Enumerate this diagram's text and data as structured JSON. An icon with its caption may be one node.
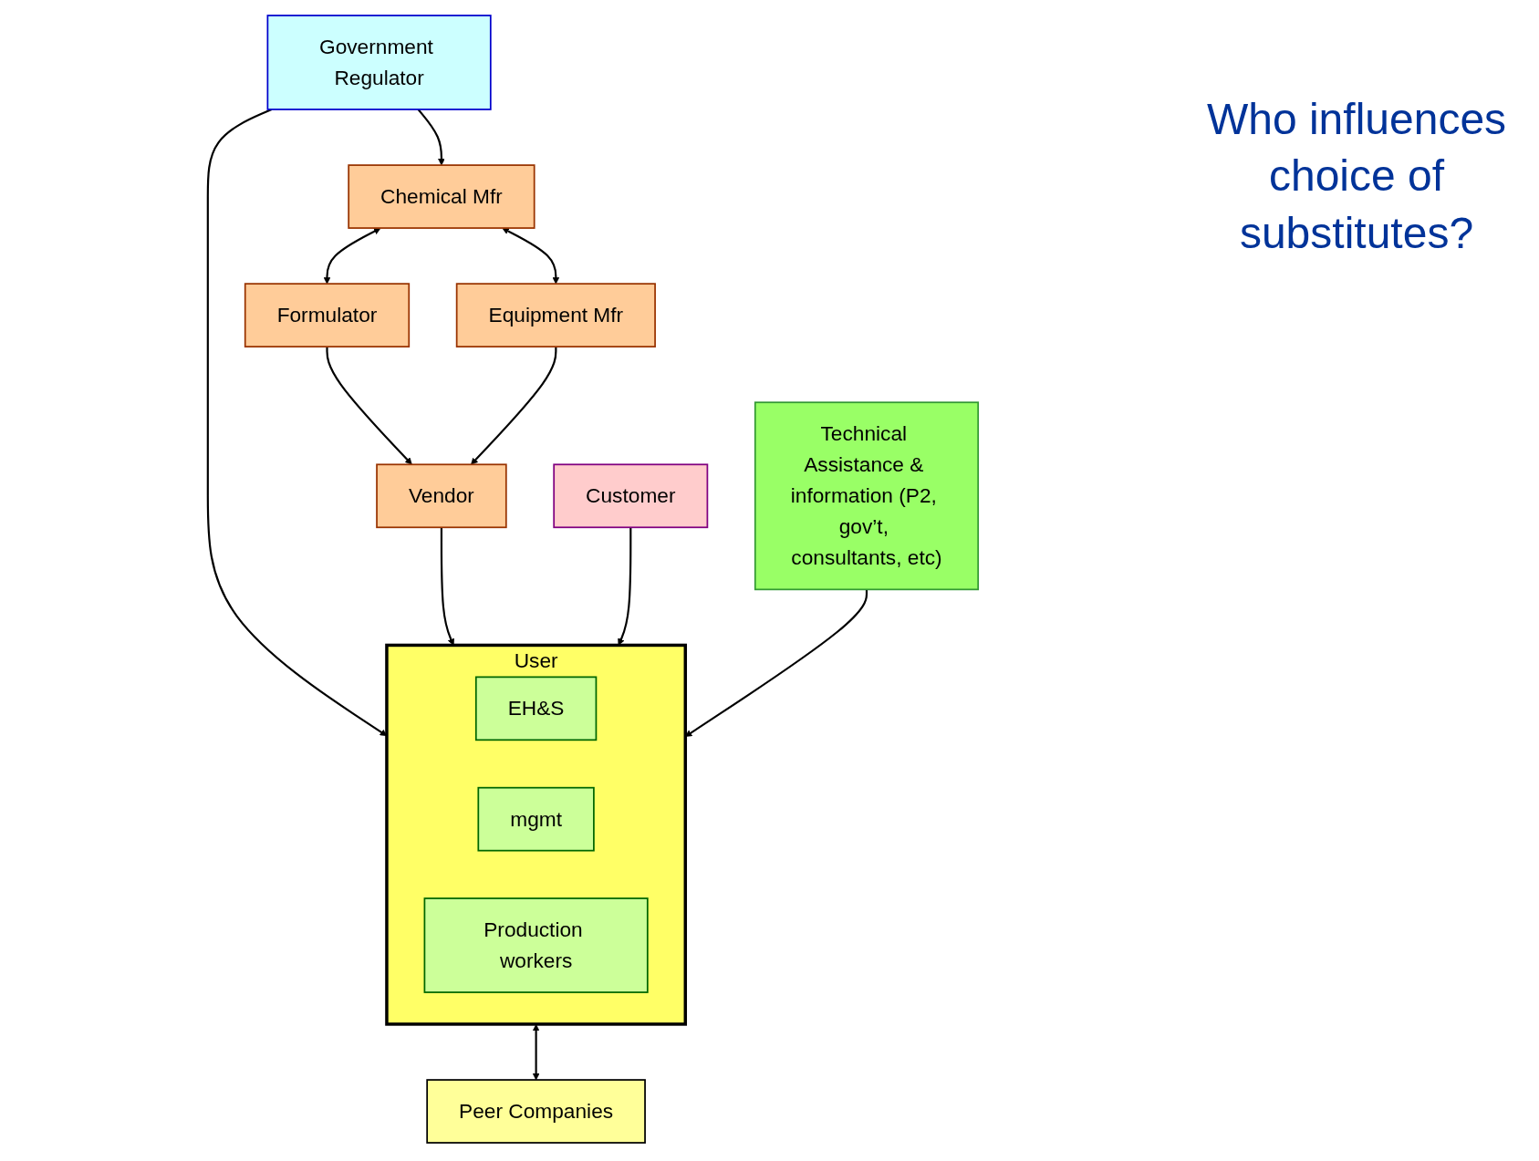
{
  "diagram": {
    "title": "Who influences choice of substitutes?",
    "nodes": [
      {
        "text": [
          "Chemical Mfr"
        ]
      },
      {
        "text": [
          "Government Regulator"
        ]
      },
      {
        "text": [
          "Formulator"
        ]
      },
      {
        "text": [
          "Equipment Mfr"
        ]
      },
      {
        "text": [
          "Vendor"
        ]
      },
      {
        "text": [
          "User"
        ]
      },
      {
        "text": [
          "EH&S"
        ],
        "in": 5
      },
      {
        "text": [
          "mgmt"
        ],
        "in": 5
      },
      {
        "text": [
          "Production workers"
        ],
        "in": 5
      },
      {
        "text": [
          "Customer"
        ]
      },
      {
        "text": [
          "Peer Companies"
        ]
      },
      {
        "text": [
          "Technical Assistance & information (P2, gov’t, consultants, etc)"
        ]
      }
    ],
    "edges": [
      {
        "from": 1,
        "to": 0,
        "arrow": "to"
      },
      {
        "from": 0,
        "to": 2,
        "arrow": "both"
      },
      {
        "from": 0,
        "to": 3,
        "arrow": "both"
      },
      {
        "from": 1,
        "to": 5,
        "arrow": "to"
      },
      {
        "from": 2,
        "to": 4,
        "arrow": "to"
      },
      {
        "from": 3,
        "to": 4,
        "arrow": "to"
      },
      {
        "from": 4,
        "to": 5,
        "arrow": "to"
      },
      {
        "from": 9,
        "to": 5,
        "arrow": "to"
      },
      {
        "from": 5,
        "to": 10,
        "arrow": "both"
      },
      {
        "from": 11,
        "to": 5,
        "arrow": "to"
      }
    ]
  }
}
